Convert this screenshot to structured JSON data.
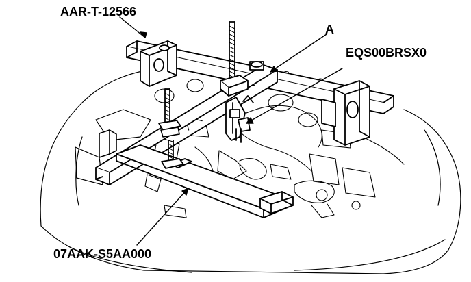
{
  "labels": {
    "tool_top": "AAR-T-12566",
    "callout_a": "A",
    "tool_right": "EQS00BRSX0",
    "tool_bottom": "07AAK-S5AA000"
  },
  "colors": {
    "ink": "#000000",
    "paper": "#ffffff"
  }
}
